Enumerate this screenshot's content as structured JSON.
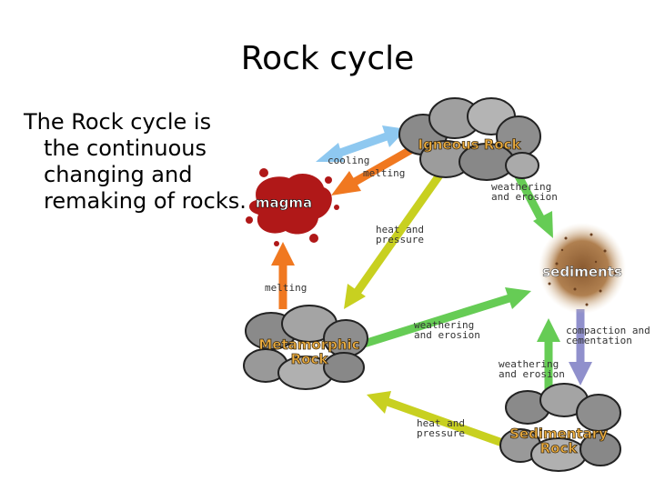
{
  "slide": {
    "title": "Rock cycle",
    "bullet_lines": [
      "The Rock cycle is",
      "the continuous",
      "changing and",
      "remaking of rocks."
    ]
  },
  "diagram": {
    "nodes": {
      "igneous": "Igneous Rock",
      "magma": "magma",
      "sediments": "sediments",
      "metamorphic": [
        "Metamorphic",
        "Rock"
      ],
      "sedimentary": [
        "Sedimentary",
        "Rock"
      ]
    },
    "arrow_labels": {
      "cooling": "cooling",
      "melting_top": "melting",
      "weathering_igneous": [
        "weathering",
        "and erosion"
      ],
      "heat_pressure_top": [
        "heat and",
        "pressure"
      ],
      "melting_left": "melting",
      "weathering_metamorphic": [
        "weathering",
        "and erosion"
      ],
      "compaction": [
        "compaction and",
        "cementation"
      ],
      "weathering_sedimentary": [
        "weathering",
        "and erosion"
      ],
      "heat_pressure_bottom": [
        "heat and",
        "pressure"
      ]
    },
    "colors": {
      "cooling": "#8ec8f0",
      "melting": "#f07820",
      "weathering": "#66cc55",
      "heat_pressure": "#c8d020",
      "compaction": "#9090cc",
      "magma": "#b01818",
      "rock_label_fill": "#f0b040",
      "rock_label_stroke": "#3a2a10"
    }
  }
}
